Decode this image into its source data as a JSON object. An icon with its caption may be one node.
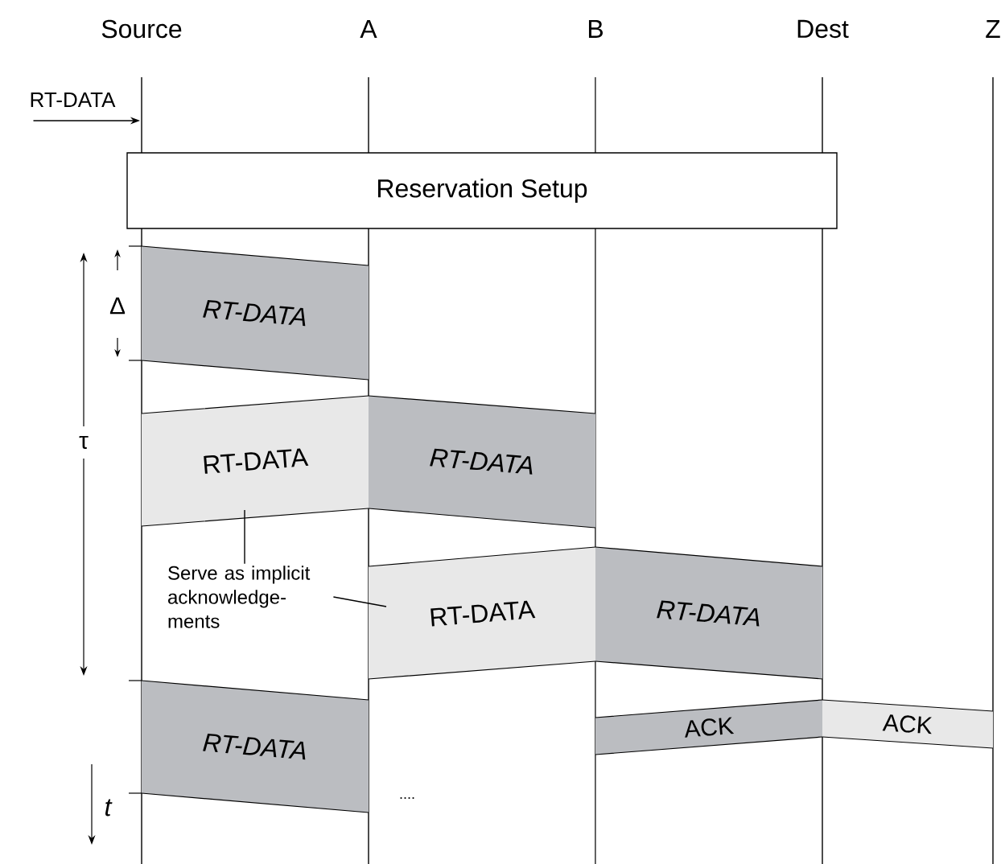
{
  "diagram": {
    "nodes": [
      {
        "text": [
          "Source"
        ]
      },
      {
        "text": [
          "A"
        ]
      },
      {
        "text": [
          "B"
        ]
      },
      {
        "text": [
          "Dest"
        ]
      },
      {
        "text": [
          "Z"
        ]
      },
      {
        "text": [
          "RT-DATA"
        ]
      },
      {
        "text": [
          "Reservation Setup"
        ]
      },
      {
        "text": [
          "RT-DATA"
        ]
      },
      {
        "text": [
          "RT-DATA"
        ]
      },
      {
        "text": [
          "RT-DATA"
        ]
      },
      {
        "text": [
          "RT-DATA"
        ]
      },
      {
        "text": [
          "RT-DATA"
        ]
      },
      {
        "text": [
          "RT-DATA"
        ]
      },
      {
        "text": [
          "ACK"
        ]
      },
      {
        "text": [
          "ACK"
        ]
      },
      {
        "text": [
          "Serve as implicit acknowledge- ments"
        ]
      }
    ],
    "edges": [
      {
        "from": 5,
        "to": null,
        "arrow": "to"
      },
      {
        "from": 15,
        "to": 8,
        "arrow": "none"
      },
      {
        "from": 15,
        "to": 10,
        "arrow": "none"
      }
    ],
    "labels": [
      "Δ",
      "τ",
      "t",
      "...."
    ]
  }
}
